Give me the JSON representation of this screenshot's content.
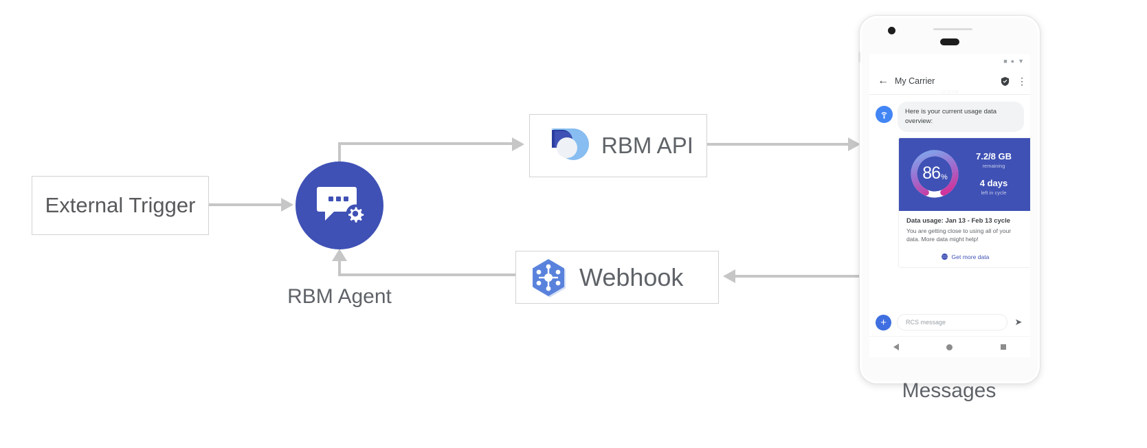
{
  "diagram": {
    "external_trigger": {
      "label": "External Trigger"
    },
    "rbm_agent": {
      "caption": "RBM Agent"
    },
    "rbm_api": {
      "label": "RBM API",
      "icon": "rbm-api-icon"
    },
    "webhook": {
      "label": "Webhook",
      "icon": "webhook-hexagon-icon"
    },
    "phone_caption": "Messages",
    "connector_color": "#c6c6c6",
    "accent_color": "#3f51b5"
  },
  "phone": {
    "status_bar": {
      "icons": [
        "signal-square-icon",
        "dot-icon",
        "battery-triangle-icon"
      ]
    },
    "app_bar": {
      "back_label": "←",
      "title": "My Carrier",
      "verified_icon": "verified-shield-icon",
      "overflow_icon": "overflow-menu-icon",
      "timestamp": "12:30 PM"
    },
    "conversation": {
      "agent_avatar_icon": "carrier-antenna-icon",
      "incoming_message": "Here is your current usage data overview:"
    },
    "rich_card": {
      "gauge": {
        "value": "86",
        "unit": "%",
        "percent": 86,
        "track_color": "#ffffff",
        "gradient_start": "#7bb0f0",
        "gradient_mid": "#9c6fd0",
        "gradient_end": "#e0218a"
      },
      "stats": [
        {
          "primary": "7.2/8 GB",
          "secondary": "remaining"
        },
        {
          "primary": "4 days",
          "secondary": "left in cycle"
        }
      ],
      "title": "Data usage: Jan 13 - Feb 13 cycle",
      "description": "You are getting close to using all of your data. More data might help!",
      "action_label": "Get more data",
      "action_icon": "globe-icon"
    },
    "composer": {
      "plus_icon": "plus-icon",
      "input_placeholder": "RCS message",
      "input_value": "",
      "send_icon": "send-icon"
    },
    "nav_bar": {
      "back_icon": "nav-back-triangle-icon",
      "home_icon": "nav-home-circle-icon",
      "recents_icon": "nav-recents-square-icon"
    }
  }
}
